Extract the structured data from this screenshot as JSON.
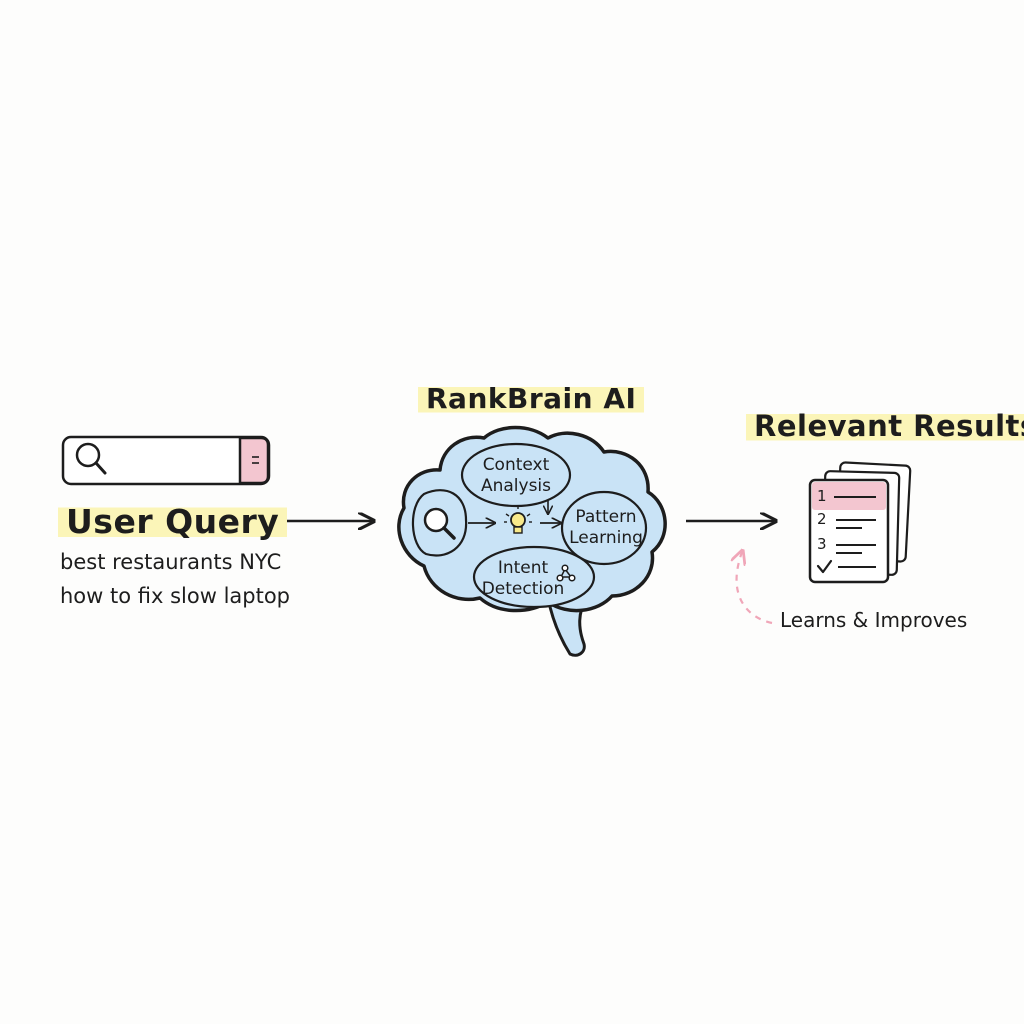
{
  "query": {
    "title": "User Query",
    "examples": [
      "best restaurants NYC",
      "how to fix slow laptop"
    ],
    "search_button_glyph": "="
  },
  "brain": {
    "title": "RankBrain AI",
    "nodes": {
      "context": "Context Analysis",
      "pattern": "Pattern Learning",
      "intent": "Intent Detection"
    }
  },
  "results": {
    "title": "Relevant Results",
    "ranks": [
      "1",
      "2",
      "3"
    ],
    "feedback": "Learns & Improves"
  },
  "colors": {
    "brain_fill": "#c9e3f6",
    "highlight": "#fbf5b8",
    "accent_pink": "#f3c6d0",
    "ink": "#1d1d1d"
  }
}
